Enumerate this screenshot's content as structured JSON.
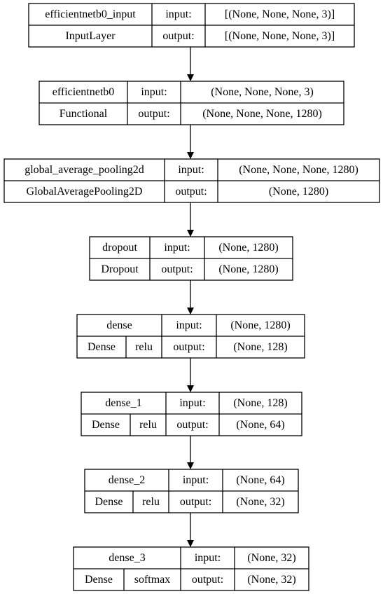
{
  "layers": [
    {
      "name": "efficientnetb0_input",
      "type": "InputLayer",
      "activation": "",
      "input_label": "input:",
      "output_label": "output:",
      "input_shape": "[(None, None, None, 3)]",
      "output_shape": "[(None, None, None, 3)]"
    },
    {
      "name": "efficientnetb0",
      "type": "Functional",
      "activation": "",
      "input_label": "input:",
      "output_label": "output:",
      "input_shape": "(None, None, None, 3)",
      "output_shape": "(None, None, None, 1280)"
    },
    {
      "name": "global_average_pooling2d",
      "type": "GlobalAveragePooling2D",
      "activation": "",
      "input_label": "input:",
      "output_label": "output:",
      "input_shape": "(None, None, None, 1280)",
      "output_shape": "(None, 1280)"
    },
    {
      "name": "dropout",
      "type": "Dropout",
      "activation": "",
      "input_label": "input:",
      "output_label": "output:",
      "input_shape": "(None, 1280)",
      "output_shape": "(None, 1280)"
    },
    {
      "name": "dense",
      "type": "Dense",
      "activation": "relu",
      "input_label": "input:",
      "output_label": "output:",
      "input_shape": "(None, 1280)",
      "output_shape": "(None, 128)"
    },
    {
      "name": "dense_1",
      "type": "Dense",
      "activation": "relu",
      "input_label": "input:",
      "output_label": "output:",
      "input_shape": "(None, 128)",
      "output_shape": "(None, 64)"
    },
    {
      "name": "dense_2",
      "type": "Dense",
      "activation": "relu",
      "input_label": "input:",
      "output_label": "output:",
      "input_shape": "(None, 64)",
      "output_shape": "(None, 32)"
    },
    {
      "name": "dense_3",
      "type": "Dense",
      "activation": "softmax",
      "input_label": "input:",
      "output_label": "output:",
      "input_shape": "(None, 32)",
      "output_shape": "(None, 32)"
    }
  ]
}
